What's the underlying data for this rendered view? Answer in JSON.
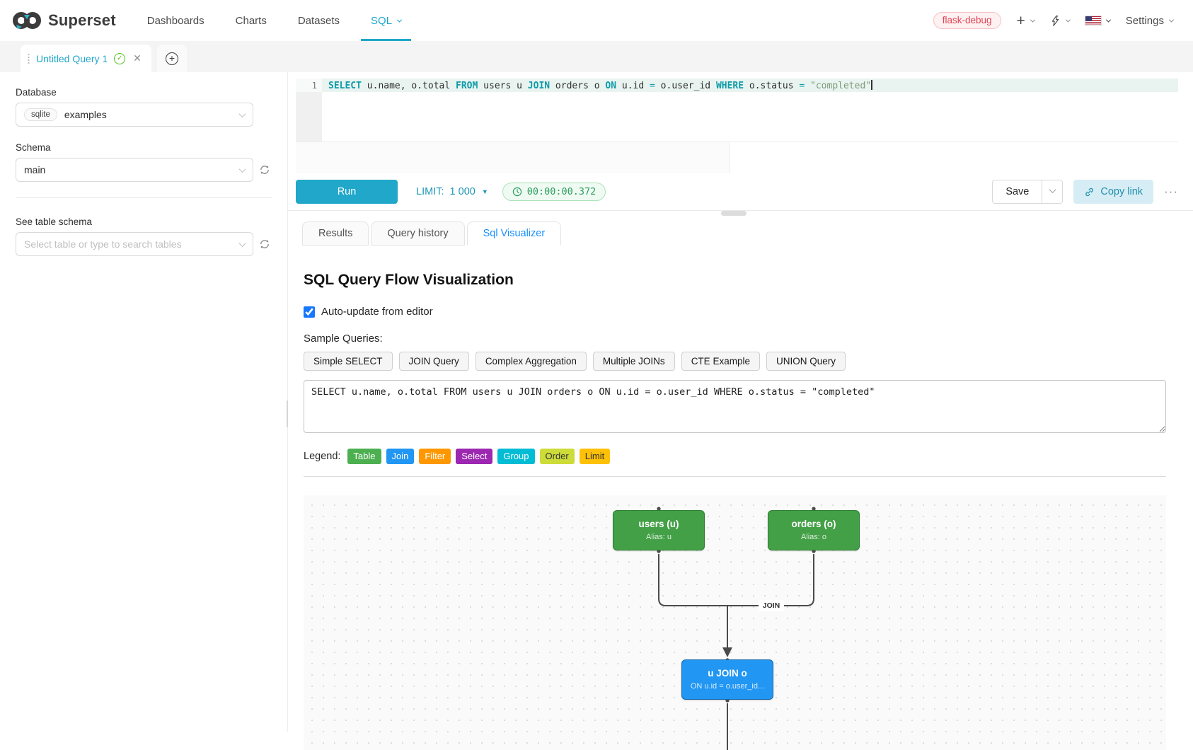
{
  "nav": {
    "brand": "Superset",
    "items": [
      {
        "label": "Dashboards",
        "active": false
      },
      {
        "label": "Charts",
        "active": false
      },
      {
        "label": "Datasets",
        "active": false
      },
      {
        "label": "SQL",
        "active": true
      }
    ],
    "environment_badge": "flask-debug",
    "settings_label": "Settings",
    "accent_color": "#20a7c9"
  },
  "tabs_bar": {
    "tab_title": "Untitled Query 1"
  },
  "sidebar": {
    "database_label": "Database",
    "database_engine": "sqlite",
    "database_name": "examples",
    "schema_label": "Schema",
    "schema_value": "main",
    "table_schema_label": "See table schema",
    "table_search_placeholder": "Select table or type to search tables"
  },
  "editor": {
    "line_number": "1",
    "tokens": [
      {
        "t": "SELECT",
        "c": "kw"
      },
      {
        "t": " u.name, o.total ",
        "c": "pl"
      },
      {
        "t": "FROM",
        "c": "kw"
      },
      {
        "t": " users u ",
        "c": "pl"
      },
      {
        "t": "JOIN",
        "c": "kw"
      },
      {
        "t": " orders o ",
        "c": "pl"
      },
      {
        "t": "ON",
        "c": "kw"
      },
      {
        "t": " u.id ",
        "c": "pl"
      },
      {
        "t": "=",
        "c": "op"
      },
      {
        "t": " o.user_id ",
        "c": "pl"
      },
      {
        "t": "WHERE",
        "c": "kw"
      },
      {
        "t": " o.status ",
        "c": "pl"
      },
      {
        "t": "=",
        "c": "op"
      },
      {
        "t": " ",
        "c": "pl"
      },
      {
        "t": "\"completed\"",
        "c": "str"
      }
    ]
  },
  "toolbar": {
    "run_label": "Run",
    "limit_label": "LIMIT:",
    "limit_value": "1 000",
    "timer": "00:00:00.372",
    "save_label": "Save",
    "copy_link_label": "Copy link",
    "more_label": "···"
  },
  "result_tabs": [
    {
      "label": "Results",
      "active": false
    },
    {
      "label": "Query history",
      "active": false
    },
    {
      "label": "Sql Visualizer",
      "active": true
    }
  ],
  "visualizer": {
    "title": "SQL Query Flow Visualization",
    "auto_update_label": "Auto-update from editor",
    "auto_update_checked": true,
    "sample_queries_label": "Sample Queries:",
    "sample_buttons": [
      "Simple SELECT",
      "JOIN Query",
      "Complex Aggregation",
      "Multiple JOINs",
      "CTE Example",
      "UNION Query"
    ],
    "sql_text": "SELECT u.name, o.total FROM users u JOIN orders o ON u.id = o.user_id WHERE o.status = \"completed\"",
    "legend_label": "Legend:",
    "legend": [
      {
        "label": "Table",
        "color": "#4caf50",
        "text": "#ffffff"
      },
      {
        "label": "Join",
        "color": "#2196f3",
        "text": "#ffffff"
      },
      {
        "label": "Filter",
        "color": "#ff9800",
        "text": "#ffffff"
      },
      {
        "label": "Select",
        "color": "#9c27b0",
        "text": "#ffffff"
      },
      {
        "label": "Group",
        "color": "#00bcd4",
        "text": "#ffffff"
      },
      {
        "label": "Order",
        "color": "#cddc39",
        "text": "#333333"
      },
      {
        "label": "Limit",
        "color": "#ffc107",
        "text": "#333333"
      }
    ],
    "flow": {
      "nodes": [
        {
          "id": "users",
          "title": "users (u)",
          "subtitle": "Alias: u",
          "color": "#43a047",
          "border": "#2e7d32"
        },
        {
          "id": "orders",
          "title": "orders (o)",
          "subtitle": "Alias: o",
          "color": "#43a047",
          "border": "#2e7d32"
        },
        {
          "id": "join",
          "title": "u JOIN o",
          "subtitle": "ON u.id = o.user_id...",
          "color": "#2196f3",
          "border": "#1769aa"
        }
      ],
      "edge_label": "JOIN"
    }
  }
}
